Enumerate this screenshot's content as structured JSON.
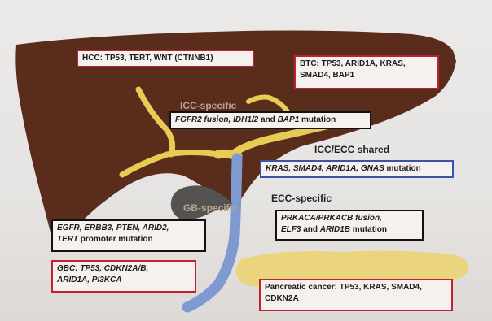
{
  "labels": {
    "hcc": "HCC: TP53, TERT, WNT (CTNNB1)",
    "btc": "BTC: TP53, ARID1A, KRAS, SMAD4, BAP1",
    "icc_specific_title": "ICC-specific",
    "icc_specific_genes_a": "FGFR2 fusion, IDH1/2",
    "icc_specific_genes_b": " and ",
    "icc_specific_genes_c": "BAP1",
    "icc_specific_genes_d": " mutation",
    "icc_ecc_shared_title": "ICC/ECC shared",
    "icc_ecc_shared_genes_a": "KRAS, SMAD4, ARID1A, GNAS",
    "icc_ecc_shared_genes_b": " mutation",
    "gb_specific_title": "GB-specific",
    "gb_specific_genes_a": "EGFR, ERBB3, PTEN, ARID2,",
    "gb_specific_genes_b": "TERT",
    "gb_specific_genes_c": " promoter mutation",
    "ecc_specific_title": "ECC-specific",
    "ecc_specific_genes_a": "PRKACA/PRKACB fusion,",
    "ecc_specific_genes_b": "ELF3",
    "ecc_specific_genes_c": " and ",
    "ecc_specific_genes_d": "ARID1B",
    "ecc_specific_genes_e": " mutation",
    "gbc_a": "GBC: TP53, CDKN2A/B,",
    "gbc_b": "ARID1A, PI3KCA",
    "pancreatic": "Pancreatic cancer: TP53, KRAS, SMAD4, CDKN2A"
  },
  "colors": {
    "liver": "#5a2c1c",
    "bile_duct": "#e6cb55",
    "common_duct": "#7f9ad1",
    "gallbladder": "#545352",
    "pancreas": "#ead57e",
    "red_border": "#c22030",
    "blue_border": "#3a52a8",
    "black_border": "#111111"
  }
}
